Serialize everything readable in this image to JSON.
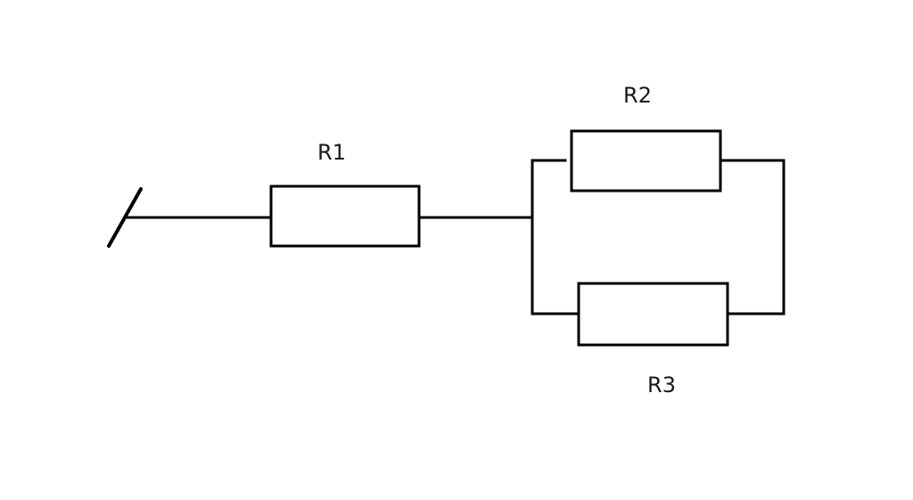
{
  "diagram": {
    "resistors": {
      "r1": {
        "label": "R1"
      },
      "r2": {
        "label": "R2"
      },
      "r3": {
        "label": "R3"
      }
    }
  }
}
